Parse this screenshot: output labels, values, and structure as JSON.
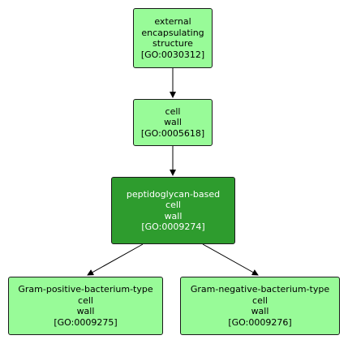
{
  "colors": {
    "node_fill": "#98fb98",
    "node_highlight_fill": "#2e9c2e",
    "node_border": "#1a1a1a",
    "edge": "#000000"
  },
  "nodes": {
    "external_encapsulating_structure": {
      "lines": [
        "external",
        "encapsulating",
        "structure",
        "[GO:0030312]"
      ]
    },
    "cell_wall": {
      "lines": [
        "cell",
        "wall",
        "[GO:0005618]"
      ]
    },
    "peptidoglycan_based_cell_wall": {
      "lines": [
        "peptidoglycan-based",
        "cell",
        "wall",
        "[GO:0009274]"
      ]
    },
    "gram_positive_cell_wall": {
      "lines": [
        "Gram-positive-bacterium-type",
        "cell",
        "wall",
        "[GO:0009275]"
      ]
    },
    "gram_negative_cell_wall": {
      "lines": [
        "Gram-negative-bacterium-type",
        "cell",
        "wall",
        "[GO:0009276]"
      ]
    }
  }
}
